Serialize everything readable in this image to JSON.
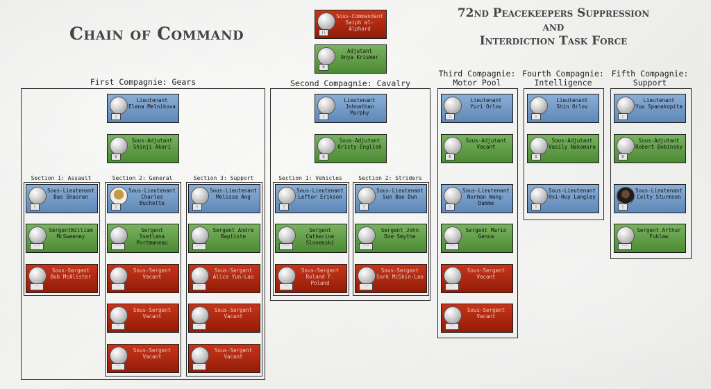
{
  "titles": {
    "main": "Chain of Command",
    "task_force_line1": "72nd Peacekeepers Suppression",
    "task_force_line2": "and",
    "task_force_line3": "Interdiction Task Force"
  },
  "command": [
    {
      "rank": "Sous-Commandant",
      "name": "Saiph al-Alphard",
      "color": "red",
      "badge": "||"
    },
    {
      "rank": "Adjutant",
      "name": "Anya Krismer",
      "color": "green",
      "badge": "ⵓ"
    }
  ],
  "compagnies": {
    "c1": {
      "title": "First Compagnie: Gears",
      "lieutenant": {
        "rank": "Lieutenant",
        "name": "Elena Melnikova"
      },
      "adjutant": {
        "rank": "Sous-Adjutant",
        "name": "Shinji Akari"
      },
      "sections": [
        {
          "title": "Section 1: Assault",
          "members": [
            {
              "rank": "Sous-Lieutenant",
              "name": "Bao Shaoran",
              "color": "blue"
            },
            {
              "rank": "SergentWilliam",
              "name": "McSweeney",
              "color": "green"
            },
            {
              "rank": "Sous-Sergent",
              "name": "Bob McAlister",
              "color": "red"
            }
          ]
        },
        {
          "title": "Section 2: General",
          "members": [
            {
              "rank": "Sous-Lieutenant",
              "name": "Charles Buchette",
              "color": "blue"
            },
            {
              "rank": "Sergent Svetlana",
              "name": "Portmaneau",
              "color": "green"
            },
            {
              "rank": "Sous-Sergent",
              "name": "Vacant",
              "color": "red"
            },
            {
              "rank": "Sous-Sergent",
              "name": "Vacant",
              "color": "red"
            },
            {
              "rank": "Sous-Sergent",
              "name": "Vacant",
              "color": "red"
            }
          ]
        },
        {
          "title": "Section 3: Support",
          "members": [
            {
              "rank": "Sous-Lieutenant",
              "name": "Melissa Ang",
              "color": "blue"
            },
            {
              "rank": "Sergent Andre",
              "name": "Baptiste",
              "color": "green"
            },
            {
              "rank": "Sous-Sergent",
              "name": "Alice Yun-Lao",
              "color": "red"
            },
            {
              "rank": "Sous-Sergent",
              "name": "Vacant",
              "color": "red"
            },
            {
              "rank": "Sous-Sergent",
              "name": "Vacant",
              "color": "red"
            }
          ]
        }
      ]
    },
    "c2": {
      "title": "Second Compagnie: Cavalry",
      "lieutenant": {
        "rank": "Lieutenant",
        "name": "Johnathan Murphy"
      },
      "adjutant": {
        "rank": "Sous-Adjutant",
        "name": "Kristy English"
      },
      "sections": [
        {
          "title": "Section 1: Vehicles",
          "members": [
            {
              "rank": "Sous-Lieutenant",
              "name": "Leftor Erikson",
              "color": "blue"
            },
            {
              "rank": "Sergent Catherine",
              "name": "Slovenski",
              "color": "green"
            },
            {
              "rank": "Sous-Sergent",
              "name": "Roland F. Poland",
              "color": "red"
            }
          ]
        },
        {
          "title": "Section 2: Striders",
          "members": [
            {
              "rank": "Sous-Lieutenant",
              "name": "Sun Bao Dun",
              "color": "blue"
            },
            {
              "rank": "Sergent John",
              "name": "Doe Smythe",
              "color": "green"
            },
            {
              "rank": "Sous-Sergent",
              "name": "Sork McShin-Lao",
              "color": "red"
            }
          ]
        }
      ]
    },
    "c3": {
      "title_line1": "Third Compagnie:",
      "title_line2": "Motor Pool",
      "members": [
        {
          "rank": "Lieutenant",
          "name": "Yuri Orlov",
          "color": "blue"
        },
        {
          "rank": "Sous-Adjutant",
          "name": "Vacant",
          "color": "green"
        },
        {
          "rank": "Sous-Lieutenant",
          "name": "Norman Wang-Damme",
          "color": "blue"
        },
        {
          "rank": "Sergent Mario",
          "name": "Genoa",
          "color": "green"
        },
        {
          "rank": "Sous-Sergent",
          "name": "Vacant",
          "color": "red"
        },
        {
          "rank": "Sous-Sergent",
          "name": "Vacant",
          "color": "red"
        }
      ]
    },
    "c4": {
      "title_line1": "Fourth Compagnie:",
      "title_line2": "Intelligence",
      "members": [
        {
          "rank": "Lieutenant",
          "name": "Shin Orlov",
          "color": "blue"
        },
        {
          "rank": "Sous-Adjutant",
          "name": "Vasily Nakamura",
          "color": "green"
        },
        {
          "rank": "Sous-Lieutenant",
          "name": "Hsi-Huy Langley",
          "color": "blue"
        }
      ]
    },
    "c5": {
      "title_line1": "Fifth Compagnie:",
      "title_line2": "Support",
      "members": [
        {
          "rank": "Lieutenant",
          "name": "Yuu Spanakopita",
          "color": "blue"
        },
        {
          "rank": "Sous-Adjutant",
          "name": "Robert Bobinsky",
          "color": "green"
        },
        {
          "rank": "Sous-Lieutenant",
          "name": "Celty Sturmson",
          "color": "blue"
        },
        {
          "rank": "Sergent Arthur",
          "name": "Fuklaw",
          "color": "green"
        }
      ]
    }
  },
  "colors": {
    "blue": "#6f98c6",
    "green": "#5f9c44",
    "red": "#b02a10"
  }
}
